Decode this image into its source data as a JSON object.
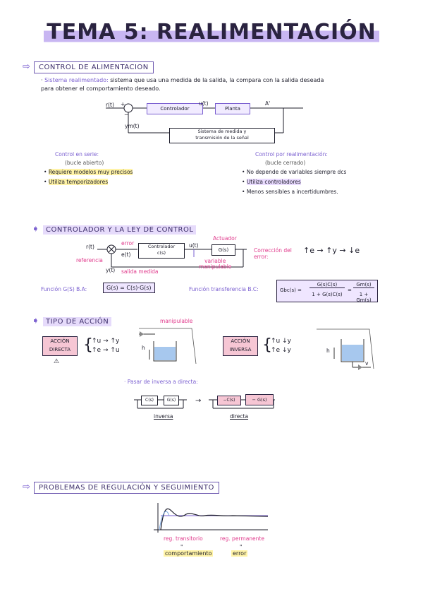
{
  "title": "TEMA 5: REALIMENTACIÓN",
  "sec1": {
    "heading": "CONTROL DE ALIMENTACION",
    "def_term": "Sistema realimentado:",
    "def_text": "sistema que usa una medida de la salida, la compara con la salida deseada",
    "def_text2": "para obtener el comportamiento deseado.",
    "diagram": {
      "r": "r(t)",
      "u": "u(t)",
      "controller": "Controlador",
      "plant": "Planta",
      "ym": "ym(t)",
      "sensor1": "Sistema de medida y",
      "sensor2": "transmisión de la señal",
      "plus": "+",
      "minus": "−",
      "out": "A'"
    },
    "left": {
      "title": "Control en serie:",
      "sub": "(bucle abierto)",
      "items": [
        "Requiere modelos muy precisos",
        "Utiliza temporizadores"
      ]
    },
    "right": {
      "title": "Control por realimentación:",
      "sub": "(bucle cerrado)",
      "items": [
        "No depende de variables siempre dcs",
        "Utiliza controladores",
        "Menos sensibles a incertidumbres."
      ]
    }
  },
  "sec2": {
    "heading": "CONTROLADOR Y LA LEY DE CONTROL",
    "diagram": {
      "r": "r(t)",
      "error": "error",
      "e": "e(t)",
      "ref": "referencia",
      "ctrl1": "Controlador",
      "ctrl2": "c(s)",
      "u": "u(t)",
      "actuator": "Actuador",
      "g": "G(s)",
      "var1": "variable",
      "var2": "manipulable",
      "y": "y(t)",
      "ylab": "salida medida"
    },
    "corr_label": "Corrección del error:",
    "corr_expr": "↑e → ↑y → ↓e",
    "ba_label": "Función G(S) B.A:",
    "ba_expr": "G(s) = C(s)·G(s)",
    "bc_label": "Función transferencia B.C:",
    "bc_lhs": "Gbc(s) =",
    "bc_num": "G(s)C(s)",
    "bc_den": "1 + G(s)C(s)",
    "bc_num2": "Gm(s)",
    "bc_den2": "1 + Gm(s)"
  },
  "sec3": {
    "heading": "TIPO DE ACCIÓN",
    "manip": "manipulable",
    "direct_box": "ACCIÓN DIRECTA",
    "direct_rel1": "↑u → ↑y",
    "direct_rel2": "↑e → ↑u",
    "inverse_box": "ACCIÓN INVERSA",
    "inverse_rel1": "↑u ↓y",
    "inverse_rel2": "↑e ↓y",
    "h": "h",
    "pass_label": "Pasar de inversa a directa:",
    "inv_c": "C(s)",
    "inv_g": "G(s)",
    "inv_label": "inversa",
    "dir_c": "−C(s)",
    "dir_g": "− G(s)",
    "dir_label": "directa",
    "v": "v"
  },
  "sec4": {
    "heading": "PROBLEMAS DE REGULACIÓN Y SEGUIMIENTO",
    "trans": "reg. transitorio",
    "perm": "reg. permanente",
    "eq": "\"",
    "comp": "comportamiento",
    "err": "error"
  },
  "colors": {
    "accent": "#7a5fd0",
    "pink": "#e03a8c",
    "yellow": "#fff3a6",
    "lilac": "#c8b6f2"
  }
}
